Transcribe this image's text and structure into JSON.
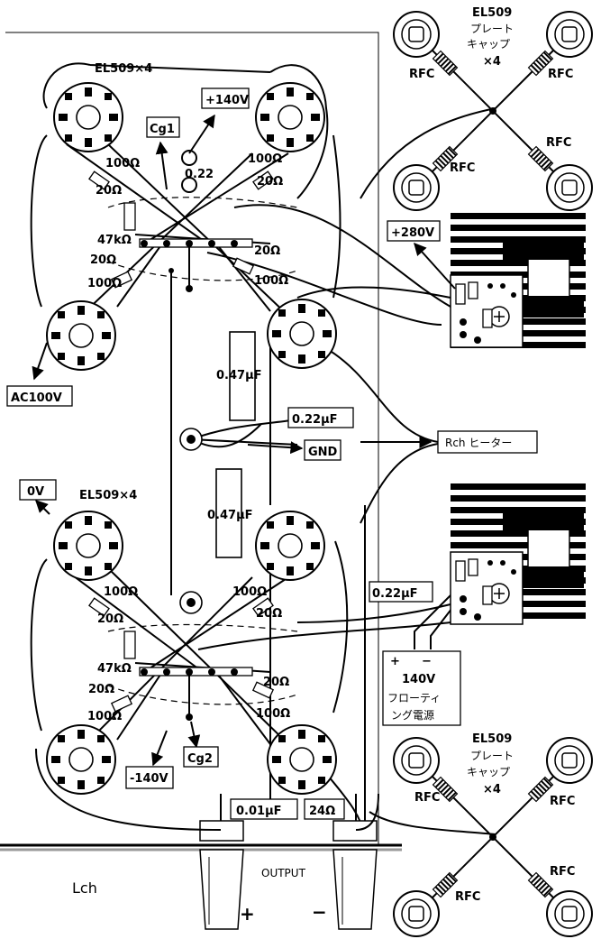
{
  "tube_label_top": "EL509×4",
  "tube_label_bottom": "EL509×4",
  "resistors": {
    "r100": "100Ω",
    "r20": "20Ω",
    "r47k": "47kΩ",
    "r24": "24Ω"
  },
  "capacitors": {
    "c022": "0.22μF",
    "c047": "0.47μF",
    "c001": "0.01μF",
    "c022_small": "0.22"
  },
  "terminals": {
    "plus140": "+140V",
    "cg1": "Cg1",
    "plus280": "+280V",
    "ac100": "AC100V",
    "gnd": "GND",
    "zero_v": "0V",
    "minus140": "-140V",
    "cg2": "Cg2",
    "rch_heater": "Rch ヒーター"
  },
  "floating_supply": {
    "plus": "+",
    "minus": "−",
    "voltage": "140V",
    "line1": "フローティ",
    "line2": "ング電源"
  },
  "plate_cap_top": {
    "tube": "EL509",
    "line1": "プレート",
    "line2": "キャップ",
    "count": "×4",
    "rfc": "RFC"
  },
  "plate_cap_bottom": {
    "tube": "EL509",
    "line1": "プレート",
    "line2": "キャップ",
    "count": "×4",
    "rfc": "RFC"
  },
  "output": {
    "label": "OUTPUT",
    "plus": "+",
    "minus": "−"
  },
  "channel": "Lch"
}
